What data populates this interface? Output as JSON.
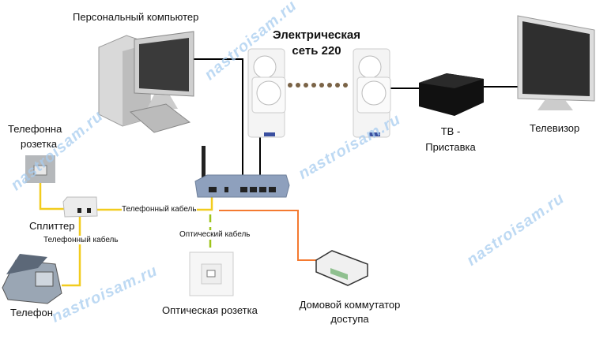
{
  "labels": {
    "pc": "Персональный компьютер",
    "power_line_1": "Электрическая",
    "power_line_2": "сеть 220",
    "stb_1": "ТВ -",
    "stb_2": "Приставка",
    "tv": "Телевизор",
    "phone_socket_1": "Телефонна",
    "phone_socket_2": "розетка",
    "splitter": "Сплиттер",
    "phone_cable_1": "Телефонный кабель",
    "phone_cable_2": "Телефонный кабель",
    "optical_cable": "Оптический кабель",
    "phone": "Телефон",
    "optical_socket": "Оптическая розетка",
    "switch_1": "Домовой коммутатор",
    "switch_2": "доступа"
  },
  "watermark": "nastroisam.ru",
  "colors": {
    "phone_cable": "#f2cc1e",
    "optical_cable": "#9ec41a",
    "ethernet_orange": "#f47a30",
    "ethernet_black": "#000000",
    "powerline_dots": "#7a6346"
  }
}
